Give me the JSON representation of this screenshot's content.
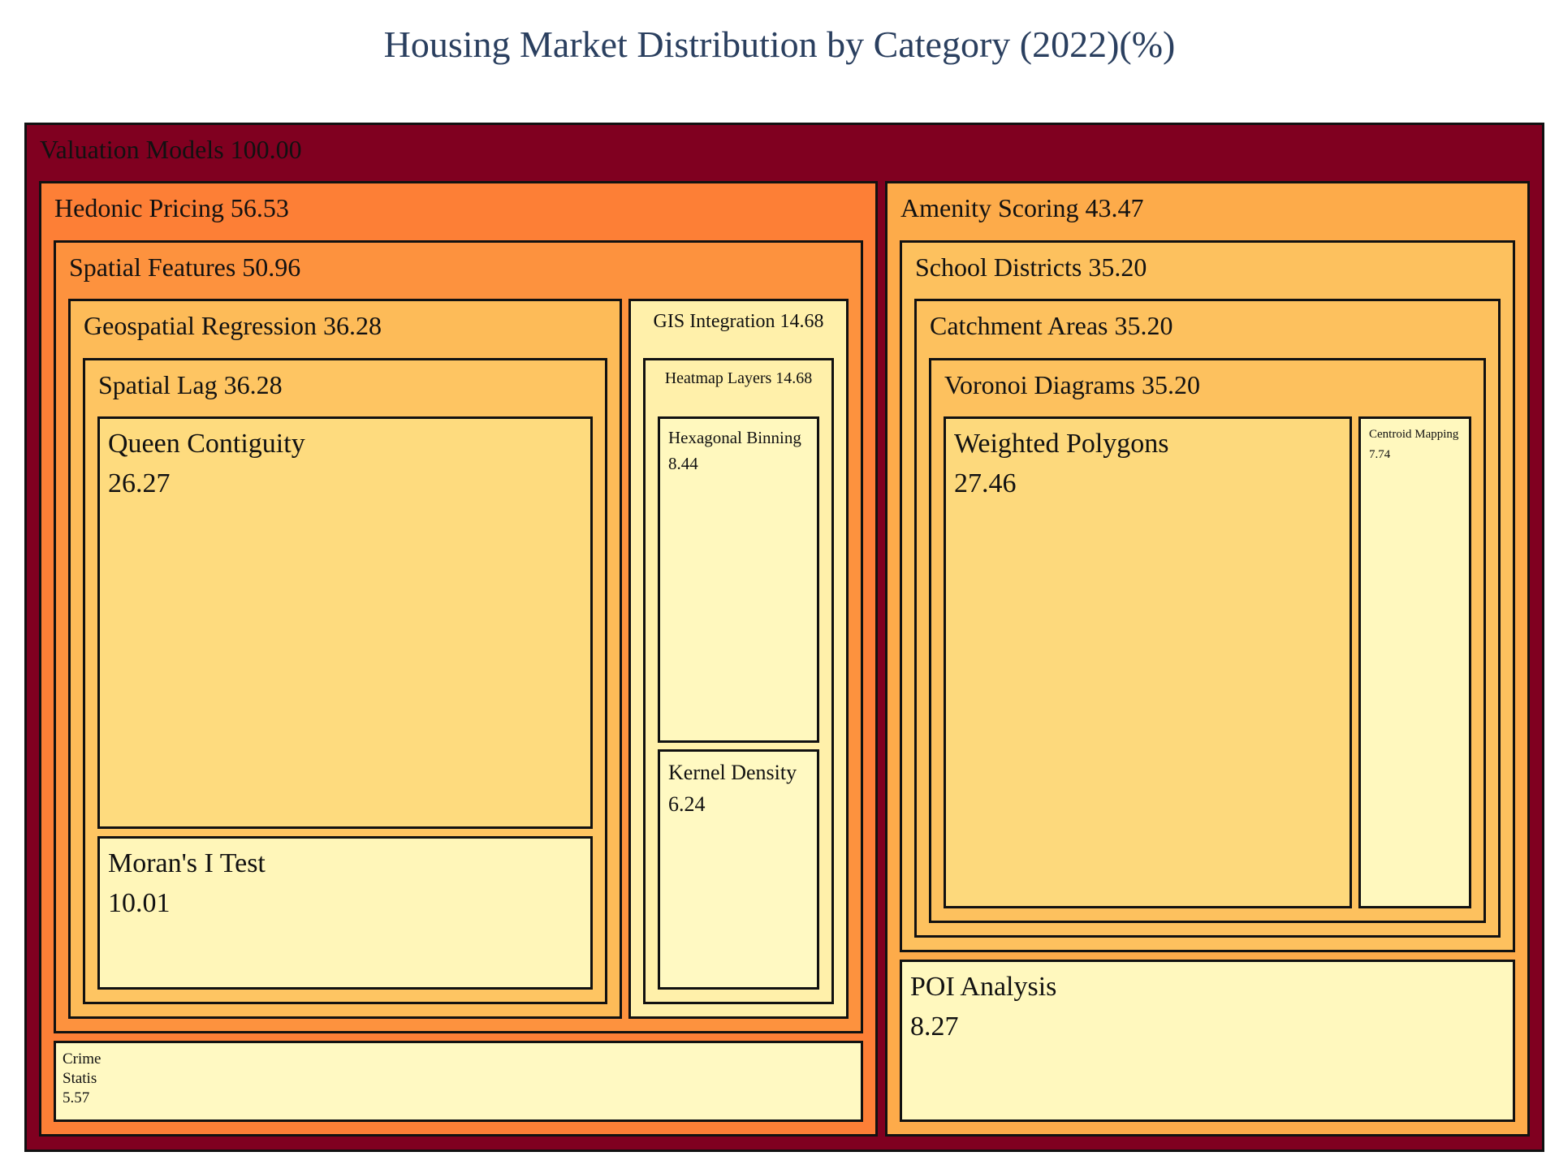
{
  "chart_data": {
    "type": "treemap",
    "title": "Housing Market Distribution by Category (2022)(%)",
    "colorscale": [
      "#800020",
      "#fd7f36",
      "#fdb04b",
      "#fec562",
      "#fedd80",
      "#fff7bc"
    ],
    "root": {
      "name": "Valuation Models",
      "value": 100.0,
      "color": "#800020",
      "children": [
        {
          "name": "Hedonic Pricing",
          "value": 56.53,
          "color": "#fd7f36",
          "children": [
            {
              "name": "Spatial Features",
              "value": 50.96,
              "color": "#fd923e",
              "children": [
                {
                  "name": "Geospatial Regression",
                  "value": 36.28,
                  "color": "#fdbb58",
                  "children": [
                    {
                      "name": "Spatial Lag",
                      "value": 36.28,
                      "color": "#fec562",
                      "children": [
                        {
                          "name": "Queen Contiguity",
                          "value": 26.27,
                          "color": "#fedb7e"
                        },
                        {
                          "name": "Moran's I Test",
                          "value": 10.01,
                          "color": "#fff6b9"
                        }
                      ]
                    }
                  ]
                },
                {
                  "name": "GIS Integration",
                  "value": 14.68,
                  "color": "#fff0aa",
                  "children": [
                    {
                      "name": "Heatmap Layers",
                      "value": 14.68,
                      "color": "#fff0aa",
                      "children": [
                        {
                          "name": "Hexagonal Binning",
                          "value": 8.44,
                          "color": "#fff8be"
                        },
                        {
                          "name": "Kernel Density",
                          "value": 6.24,
                          "color": "#fff9c2"
                        }
                      ]
                    }
                  ]
                }
              ]
            },
            {
              "name": "Crime Statis",
              "value": 5.57,
              "color": "#fff9c2"
            }
          ]
        },
        {
          "name": "Amenity Scoring",
          "value": 43.47,
          "color": "#fdab4a",
          "children": [
            {
              "name": "School Districts",
              "value": 35.2,
              "color": "#fdc15e",
              "children": [
                {
                  "name": "Catchment Areas",
                  "value": 35.2,
                  "color": "#fdc15e",
                  "children": [
                    {
                      "name": "Voronoi Diagrams",
                      "value": 35.2,
                      "color": "#fdc15e",
                      "children": [
                        {
                          "name": "Weighted Polygons",
                          "value": 27.46,
                          "color": "#fdd97c"
                        },
                        {
                          "name": "Centroid Mapping",
                          "value": 7.74,
                          "color": "#fff8be"
                        }
                      ]
                    }
                  ]
                }
              ]
            },
            {
              "name": "POI Analysis",
              "value": 8.27,
              "color": "#fff8be"
            }
          ]
        }
      ]
    }
  }
}
